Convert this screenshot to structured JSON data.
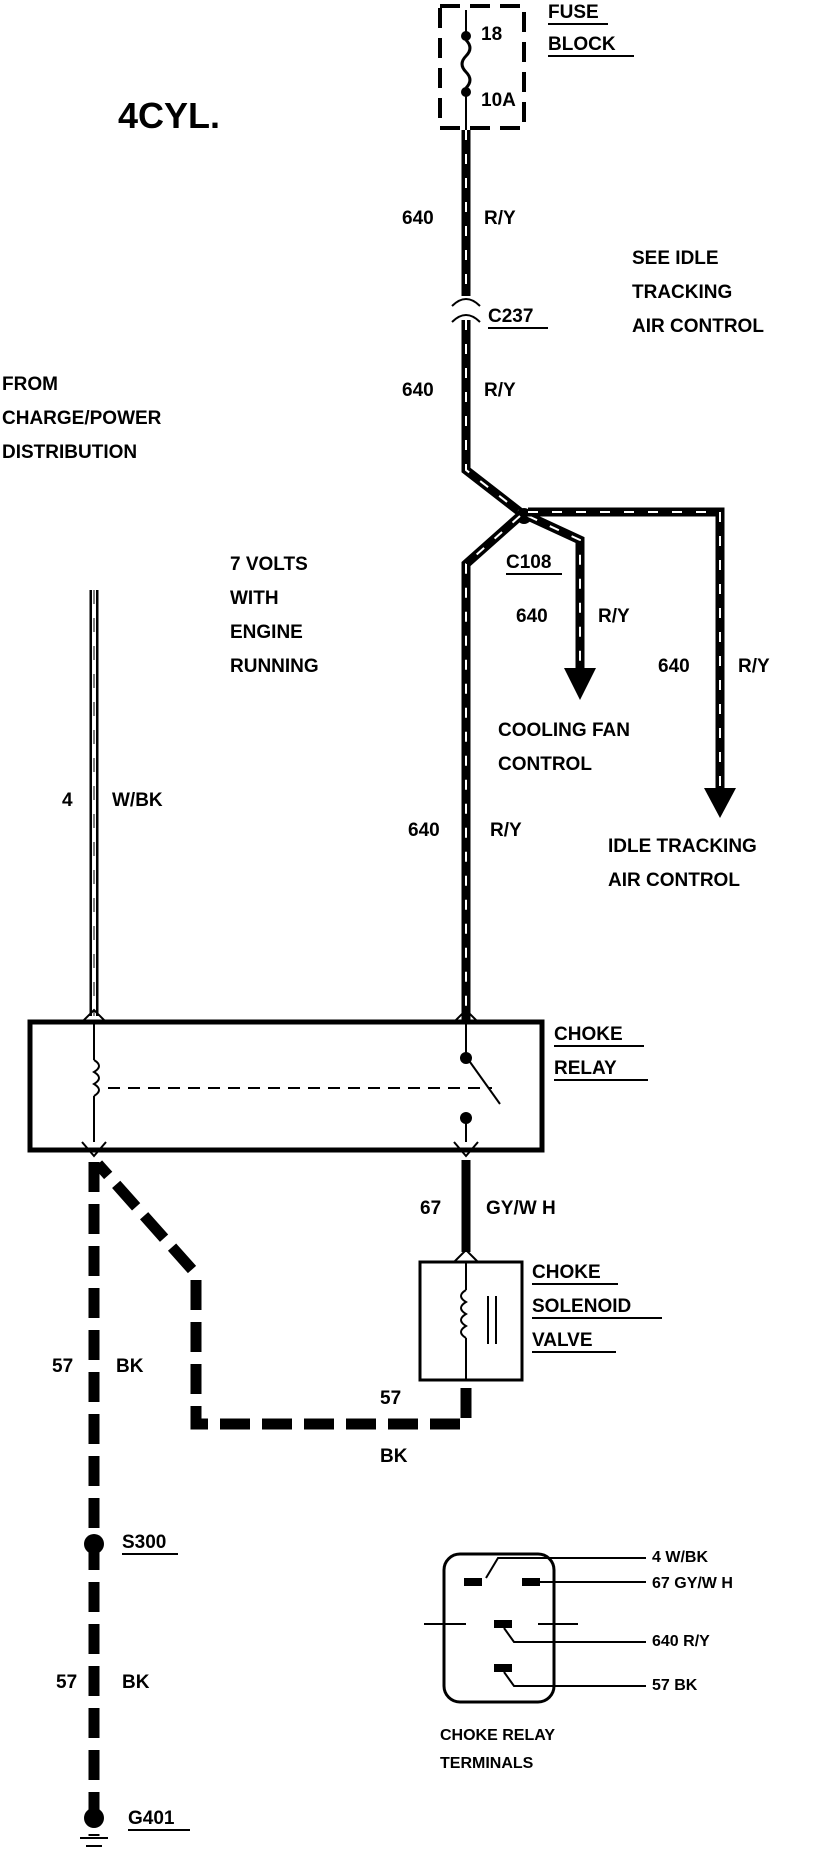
{
  "diagram": {
    "title": "4CYL.",
    "fuse_block": {
      "fuse_number": "18",
      "rating": "10A",
      "label_line1": "FUSE",
      "label_line2": "BLOCK"
    },
    "wires": {
      "w640_a": {
        "circuit": "640",
        "color": "R/Y"
      },
      "w640_b": {
        "circuit": "640",
        "color": "R/Y"
      },
      "w640_c": {
        "circuit": "640",
        "color": "R/Y"
      },
      "w640_fan": {
        "circuit": "640",
        "color": "R/Y"
      },
      "w640_idle": {
        "circuit": "640",
        "color": "R/Y"
      },
      "w4": {
        "circuit": "4",
        "color": "W/BK"
      },
      "w67": {
        "circuit": "67",
        "color": "GY/W H"
      },
      "w57_loop": {
        "circuit": "57",
        "color": "BK"
      },
      "w57_a": {
        "circuit": "57",
        "color": "BK"
      },
      "w57_b": {
        "circuit": "57",
        "color": "BK"
      }
    },
    "connectors": {
      "c237": "C237",
      "c108": "C108",
      "s300": "S300",
      "g401": "G401"
    },
    "notes": {
      "see_idle": [
        "SEE IDLE",
        "TRACKING",
        "AIR CONTROL"
      ],
      "from_charge": [
        "FROM",
        "CHARGE/POWER",
        "DISTRIBUTION"
      ],
      "volts": [
        "7 VOLTS",
        "WITH",
        "ENGINE",
        "RUNNING"
      ],
      "cooling_fan": [
        "COOLING FAN",
        "CONTROL"
      ],
      "idle_tracking": [
        "IDLE TRACKING",
        "AIR CONTROL"
      ]
    },
    "choke_relay": {
      "label_line1": "CHOKE",
      "label_line2": "RELAY"
    },
    "choke_solenoid": {
      "label_line1": "CHOKE",
      "label_line2": "SOLENOID",
      "label_line3": "VALVE"
    },
    "terminals": {
      "title_line1": "CHOKE RELAY",
      "title_line2": "TERMINALS",
      "items": [
        "4 W/BK",
        "67 GY/W H",
        "640 R/Y",
        "57 BK"
      ]
    }
  }
}
